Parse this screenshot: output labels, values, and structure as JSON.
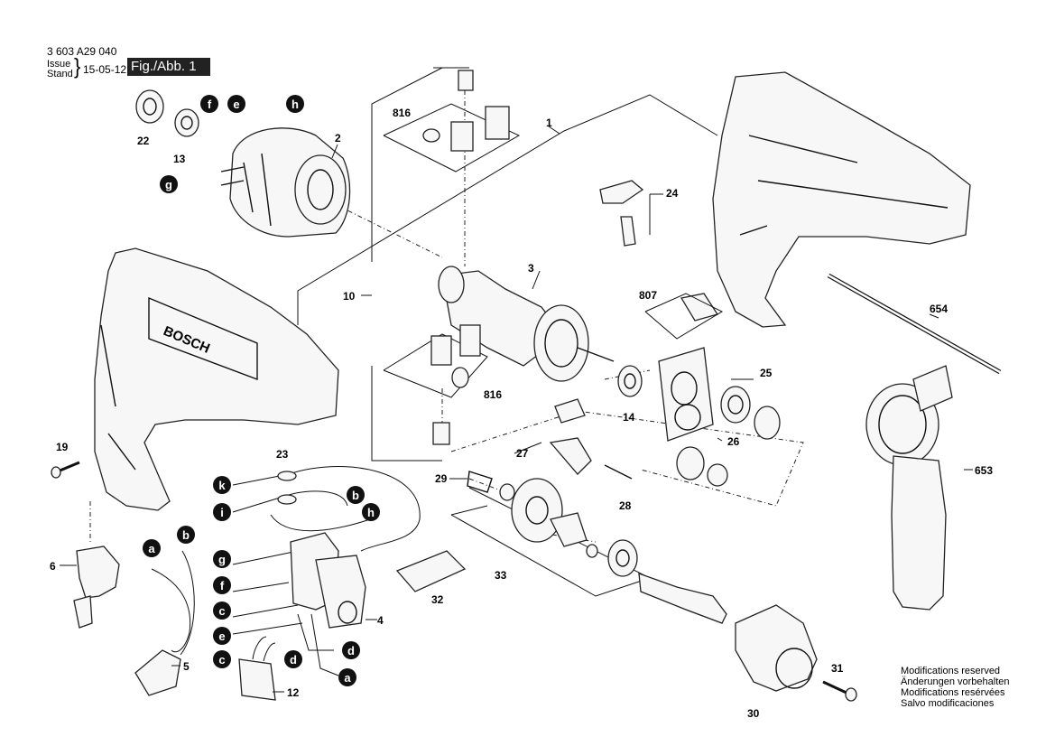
{
  "header": {
    "doc_number": "3 603 A29 040",
    "issue_label": "Issue",
    "stand_label": "Stand",
    "brace": "}",
    "issue_date": "15-05-12",
    "figure_label": "Fig./Abb. 1"
  },
  "notices": [
    "Modifications reserved",
    "Änderungen vorbehalten",
    "Modifications resérvées",
    "Salvo modificaciones"
  ],
  "brand_logo_text": "BOSCH",
  "part_numbers": {
    "p1": "1",
    "p2": "2",
    "p3": "3",
    "p4": "4",
    "p5": "5",
    "p6": "6",
    "p10": "10",
    "p12": "12",
    "p13": "13",
    "p14": "14",
    "p19": "19",
    "p22": "22",
    "p23": "23",
    "p24": "24",
    "p25": "25",
    "p26": "26",
    "p27": "27",
    "p28": "28",
    "p29": "29",
    "p30": "30",
    "p31": "31",
    "p32": "32",
    "p33": "33",
    "p653": "653",
    "p654": "654",
    "p807": "807",
    "p816": "816"
  },
  "wire_letters": {
    "a": "a",
    "b": "b",
    "c": "c",
    "d": "d",
    "e": "e",
    "f": "f",
    "g": "g",
    "h": "h",
    "i": "i",
    "k": "k"
  }
}
